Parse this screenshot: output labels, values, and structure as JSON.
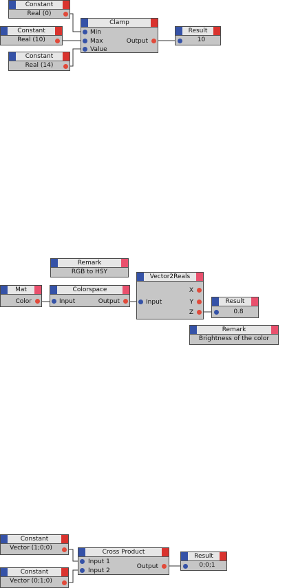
{
  "colors": {
    "node_body": "#c6c6c6",
    "node_header": "#e6e6e6",
    "header_left": "#3552a7",
    "header_right": "#d9332e",
    "header_right_alt": "#e9506d",
    "in_port": "#3552a7",
    "out_port": "#e14a3a",
    "wire": "#333333"
  },
  "graph1": {
    "constant_a": {
      "title": "Constant",
      "value": "Real (0)"
    },
    "constant_b": {
      "title": "Constant",
      "value": "Real (10)"
    },
    "constant_c": {
      "title": "Constant",
      "value": "Real (14)"
    },
    "clamp": {
      "title": "Clamp",
      "inputs": [
        "Min",
        "Max",
        "Value"
      ],
      "output": "Output"
    },
    "result": {
      "title": "Result",
      "value": "10"
    }
  },
  "graph2": {
    "remark_top": {
      "title": "Remark",
      "text": "RGB to HSY"
    },
    "mat": {
      "title": "Mat",
      "output": "Color"
    },
    "colorspace": {
      "title": "Colorspace",
      "input": "Input",
      "output": "Output"
    },
    "vector2reals": {
      "title": "Vector2Reals",
      "input": "Input",
      "outputs": [
        "X",
        "Y",
        "Z"
      ]
    },
    "result": {
      "title": "Result",
      "value": "0.8"
    },
    "remark_bottom": {
      "title": "Remark",
      "text": "Brightness of the color"
    }
  },
  "graph3": {
    "constant_a": {
      "title": "Constant",
      "value": "Vector (1;0;0)"
    },
    "constant_b": {
      "title": "Constant",
      "value": "Vector (0;1;0)"
    },
    "cross": {
      "title": "Cross Product",
      "inputs": [
        "Input 1",
        "Input 2"
      ],
      "output": "Output"
    },
    "result": {
      "title": "Result",
      "value": "0;0;1"
    }
  }
}
